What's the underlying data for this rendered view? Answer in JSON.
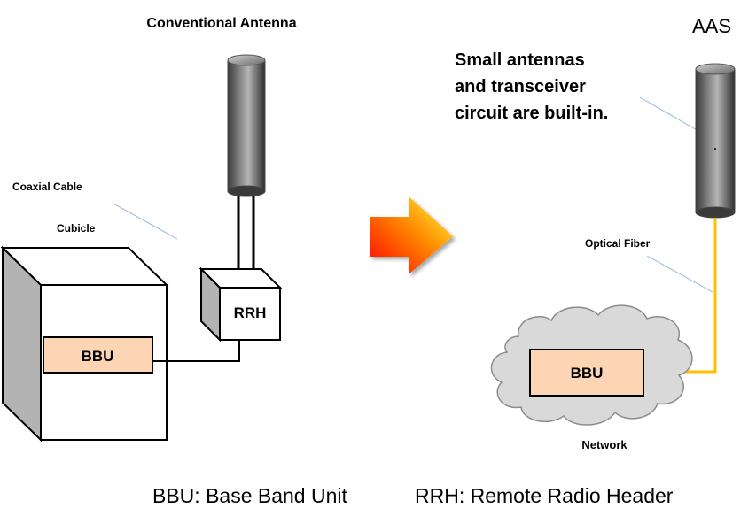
{
  "labels": {
    "conventional_antenna": "Conventional  Antenna",
    "aas": "AAS",
    "aas_note_line1": "Small antennas",
    "aas_note_line2": "and transceiver",
    "aas_note_line3": "circuit are built-in.",
    "coaxial_cable": "Coaxial Cable",
    "cubicle": "Cubicle",
    "rrh": "RRH",
    "bbu_left": "BBU",
    "bbu_right": "BBU",
    "optical_fiber": "Optical Fiber",
    "network": "Network"
  },
  "legend": {
    "bbu": "BBU: Base Band Unit",
    "rrh": "RRH: Remote Radio Header"
  },
  "colors": {
    "bbu_fill": "#fcd5b4",
    "fiber": "#ffc000",
    "cloud_fill": "#d9d9d9",
    "leader_line": "#95b3d7",
    "arrow_start": "#ff0000",
    "arrow_end": "#ffff00"
  }
}
